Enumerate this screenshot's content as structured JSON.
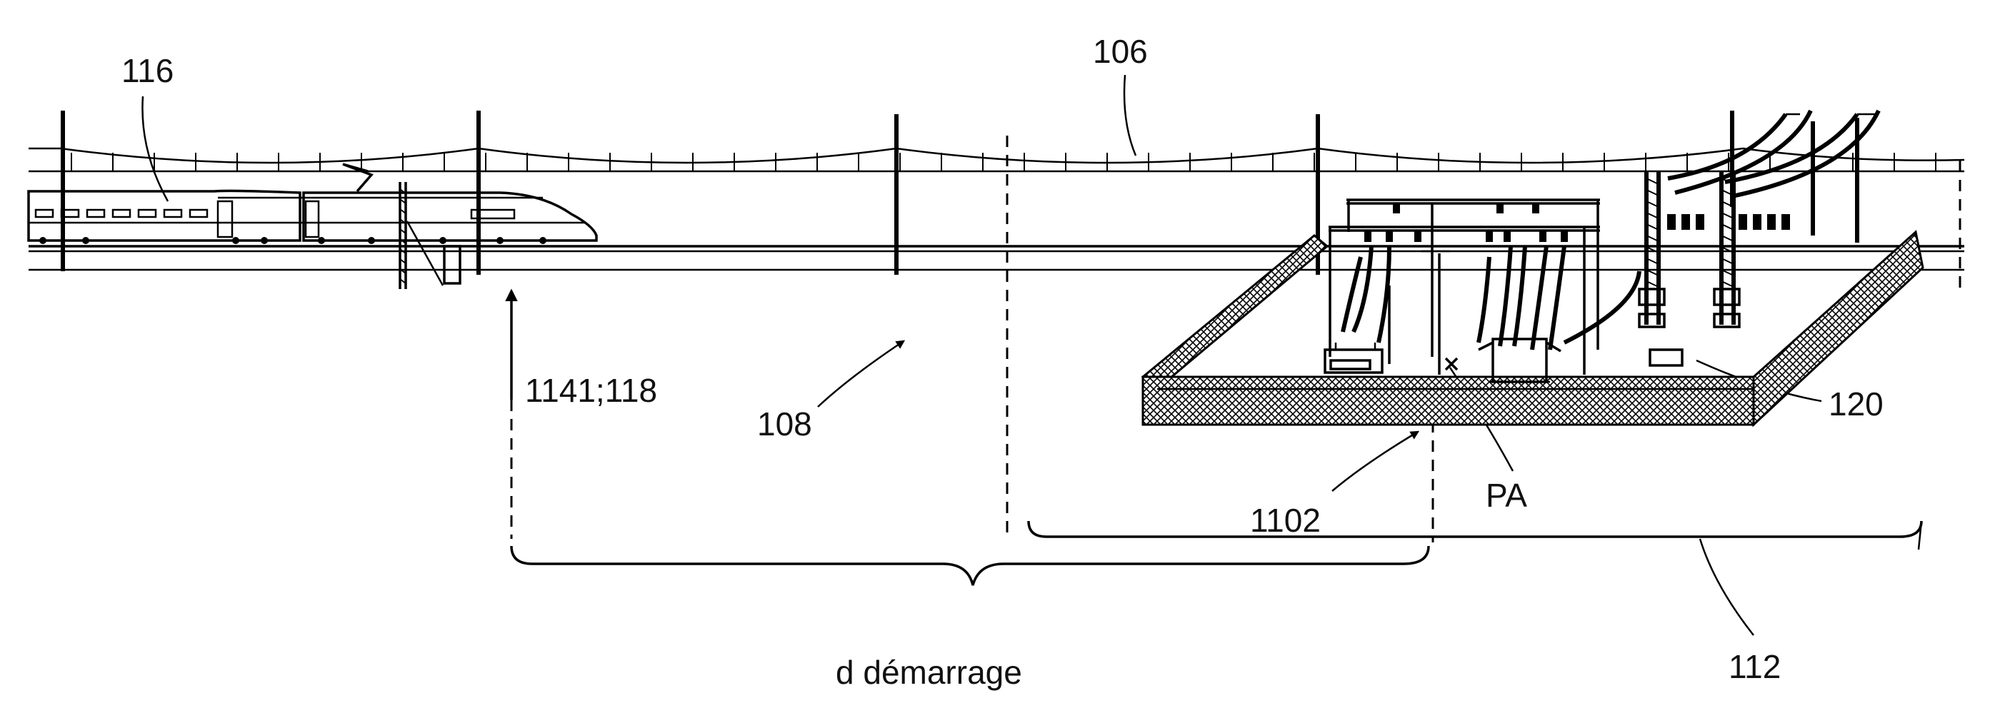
{
  "labels": {
    "ref_116": "116",
    "ref_106": "106",
    "ref_1141_118": "1141;118",
    "ref_108": "108",
    "ref_120": "120",
    "ref_pa": "PA",
    "ref_1102": "1102",
    "ref_112": "112",
    "d_demarrage": "d démarrage"
  },
  "colors": {
    "ink": "#000000",
    "background": "#ffffff"
  }
}
